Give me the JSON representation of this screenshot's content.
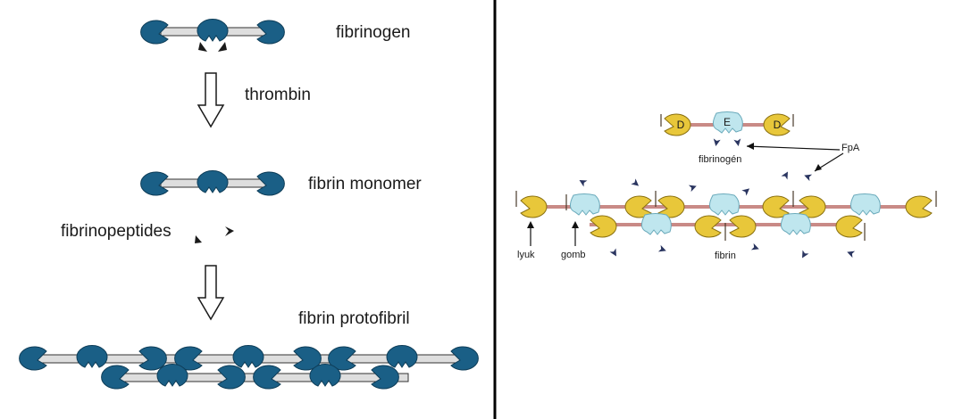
{
  "left_panel": {
    "fibrinogen_label": "fibrinogen",
    "thrombin_label": "thrombin",
    "fibrin_monomer_label": "fibrin monomer",
    "fibrinopeptides_label": "fibrinopeptides",
    "protofibril_label": "fibrin protofibril"
  },
  "right_panel": {
    "domain_d_label": "D",
    "domain_e_label": "E",
    "domain_d2_label": "D",
    "fibrinogen_label": "fibrinogén",
    "fpa_label": "FpA",
    "hole_label": "lyuk",
    "knob_label": "gomb",
    "fibrin_label": "fibrin"
  },
  "colors": {
    "blue_domain": "#1a5f86",
    "rod_fill": "#dedede",
    "d_domain_yellow": "#e8c73a",
    "e_domain_light_blue": "#bfe6ee",
    "rod_pink": "#c98a86",
    "divider": "#000000"
  }
}
